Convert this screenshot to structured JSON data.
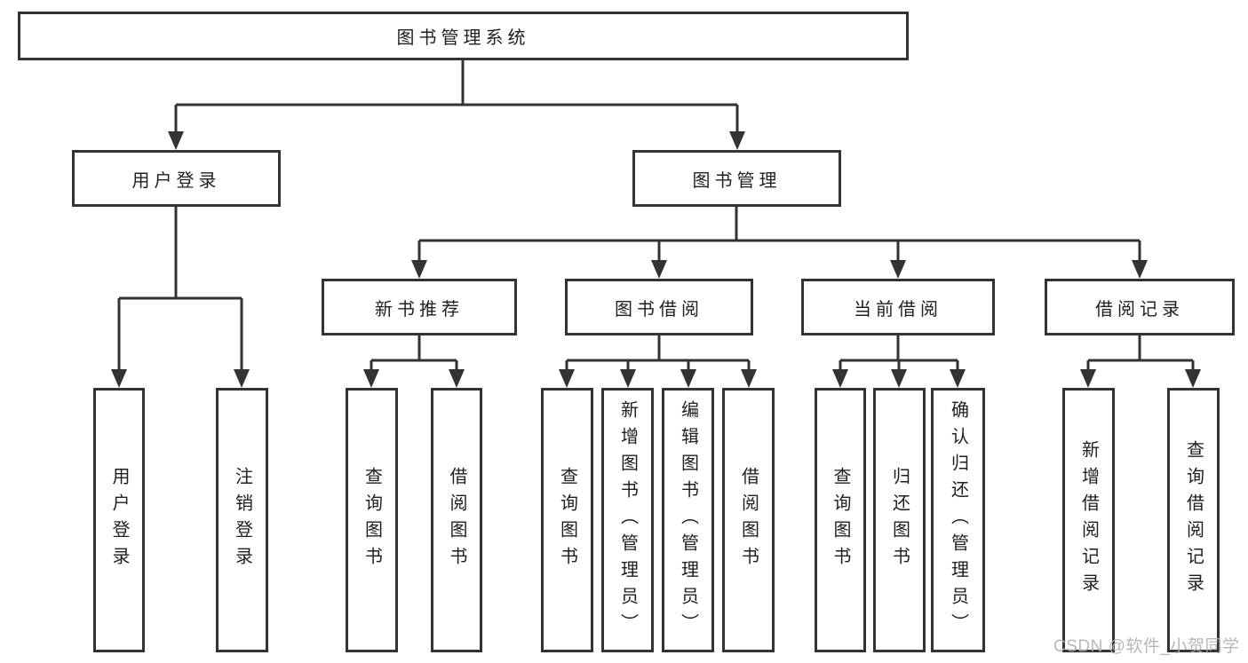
{
  "diagram": {
    "root": {
      "label": "图书管理系统",
      "children": [
        {
          "label": "用户登录",
          "children": [
            {
              "label": "用户登录"
            },
            {
              "label": "注销登录"
            }
          ]
        },
        {
          "label": "图书管理",
          "children": [
            {
              "label": "新书推荐",
              "children": [
                {
                  "label": "查询图书"
                },
                {
                  "label": "借阅图书"
                }
              ]
            },
            {
              "label": "图书借阅",
              "children": [
                {
                  "label": "查询图书"
                },
                {
                  "label": "新增图书（管理员）"
                },
                {
                  "label": "编辑图书（管理员）"
                },
                {
                  "label": "借阅图书"
                }
              ]
            },
            {
              "label": "当前借阅",
              "children": [
                {
                  "label": "查询图书"
                },
                {
                  "label": "归还图书"
                },
                {
                  "label": "确认归还（管理员）"
                }
              ]
            },
            {
              "label": "借阅记录",
              "children": [
                {
                  "label": "新增借阅记录"
                },
                {
                  "label": "查询借阅记录"
                }
              ]
            }
          ]
        }
      ]
    }
  },
  "watermark": {
    "text": "CSDN @软件_小贺同学"
  },
  "colors": {
    "line": "#333333",
    "box_border": "#333333",
    "text": "#1f1f1f",
    "background": "#ffffff",
    "watermark": "#b0b0b0"
  }
}
